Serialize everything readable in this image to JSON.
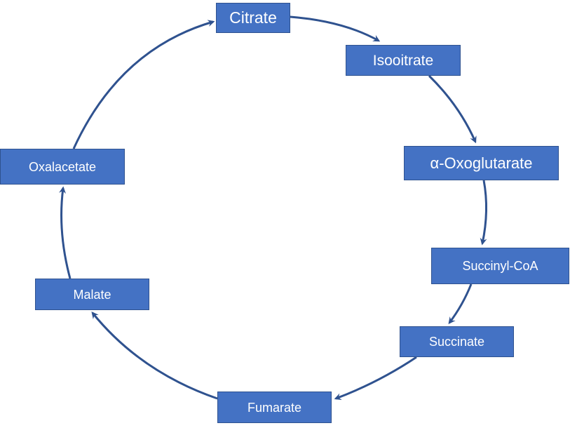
{
  "diagram": {
    "nodes": [
      {
        "id": "citrate",
        "label": "Citrate"
      },
      {
        "id": "isocitrate",
        "label": "Isooitrate"
      },
      {
        "id": "oxoglutarate",
        "label": "α-Oxoglutarate"
      },
      {
        "id": "succinylcoa",
        "label": "Succinyl-CoA"
      },
      {
        "id": "succinate",
        "label": "Succinate"
      },
      {
        "id": "fumarate",
        "label": "Fumarate"
      },
      {
        "id": "malate",
        "label": "Malate"
      },
      {
        "id": "oxalacetate",
        "label": "Oxalacetate"
      }
    ],
    "edges": [
      {
        "from": "citrate",
        "to": "isocitrate"
      },
      {
        "from": "isocitrate",
        "to": "oxoglutarate"
      },
      {
        "from": "oxoglutarate",
        "to": "succinylcoa"
      },
      {
        "from": "succinylcoa",
        "to": "succinate"
      },
      {
        "from": "succinate",
        "to": "fumarate"
      },
      {
        "from": "fumarate",
        "to": "malate"
      },
      {
        "from": "malate",
        "to": "oxalacetate"
      },
      {
        "from": "oxalacetate",
        "to": "citrate"
      }
    ],
    "colors": {
      "node_fill": "#4472C4",
      "node_border": "#2F528F",
      "node_text": "#FFFFFF",
      "arrow": "#2F528F"
    }
  }
}
